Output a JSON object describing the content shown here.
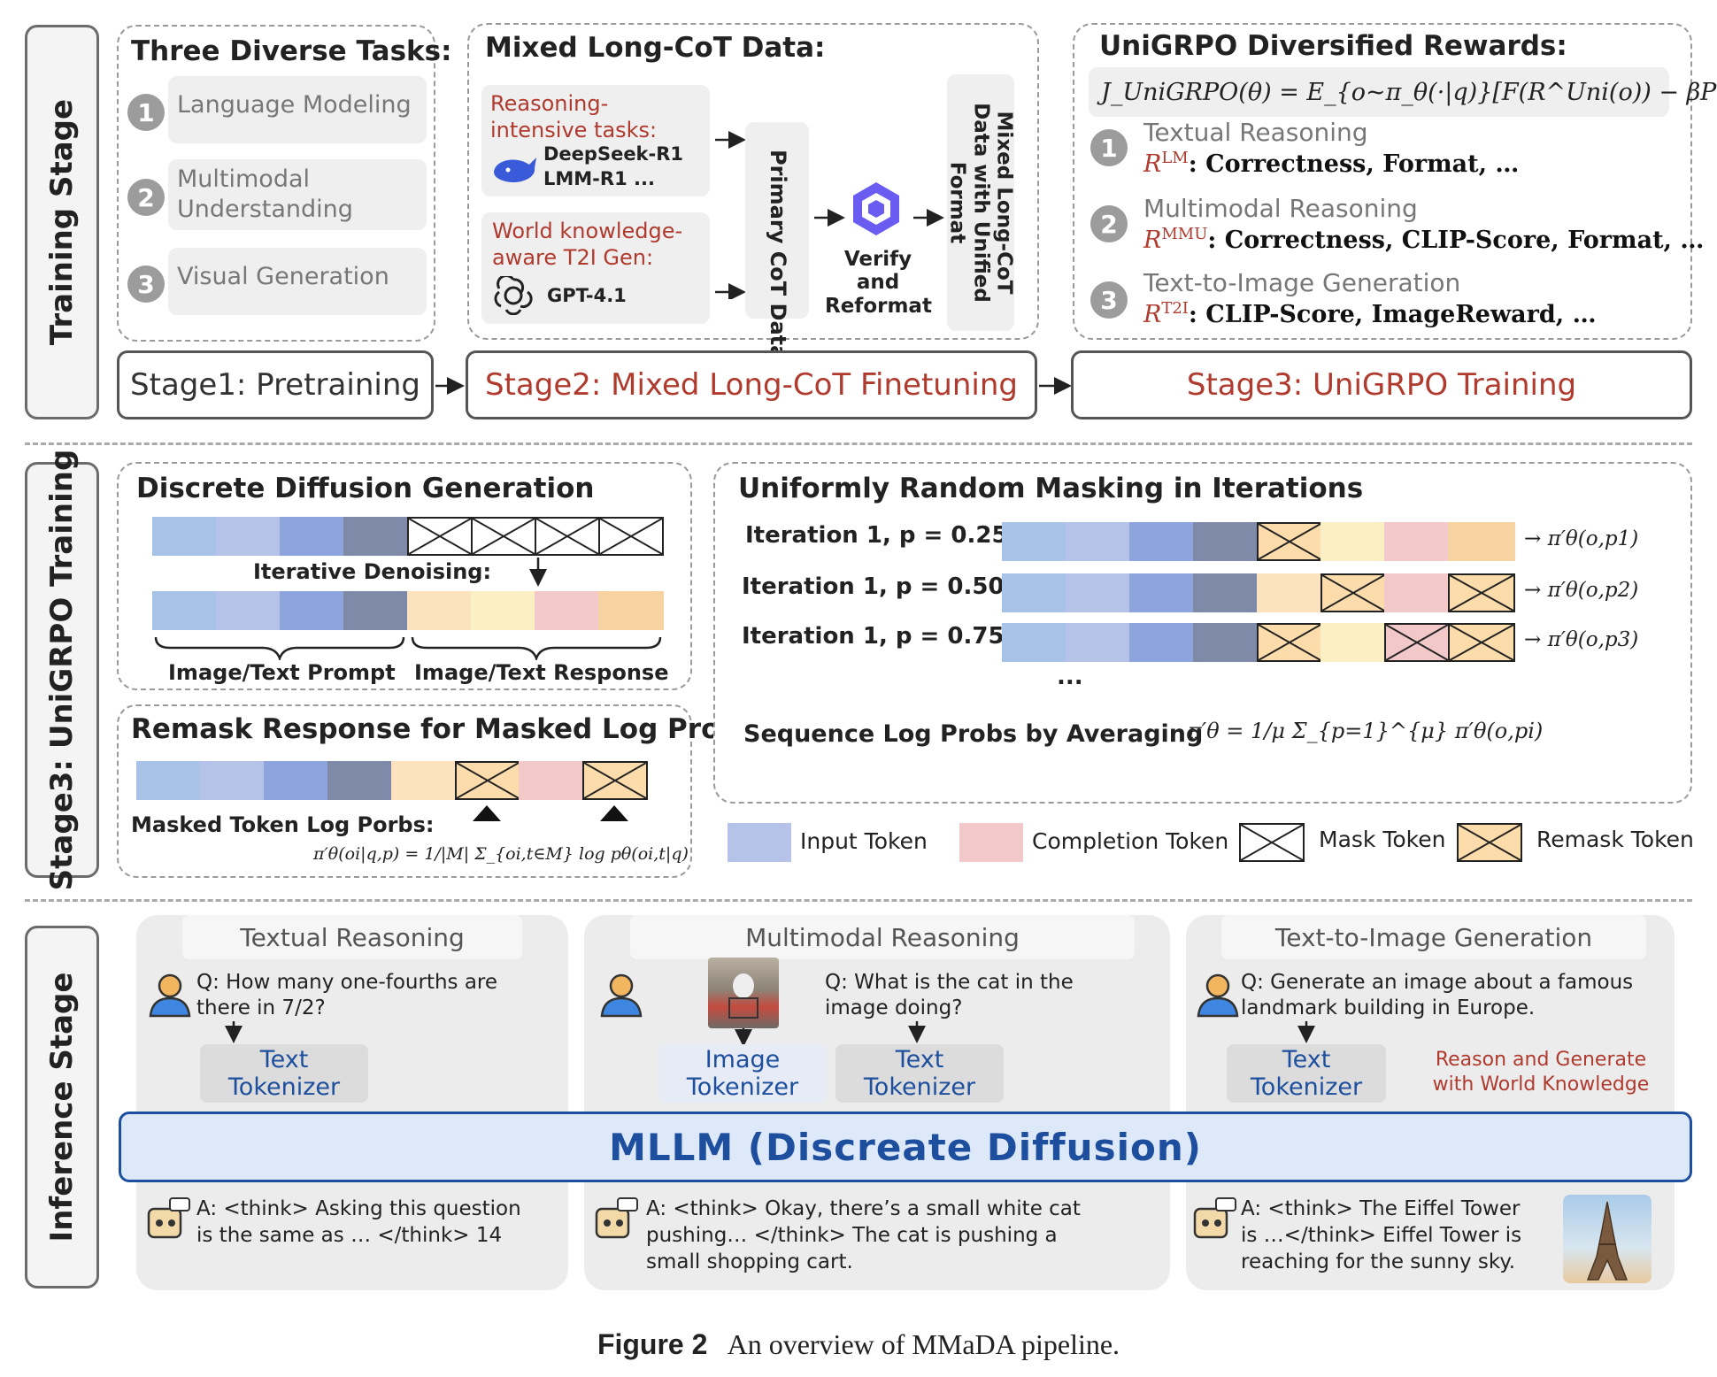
{
  "side_labels": {
    "training": "Training Stage",
    "unigrpo": "Stage3: UniGRPO Training",
    "inference": "Inference Stage"
  },
  "tasks": {
    "title": "Three Diverse Tasks:",
    "items": [
      {
        "num": "1",
        "label": "Language Modeling"
      },
      {
        "num": "2",
        "label": "Multimodal Understanding"
      },
      {
        "num": "3",
        "label": "Visual Generation"
      }
    ]
  },
  "mixed": {
    "title": "Mixed Long-CoT Data:",
    "reasoning_label": "Reasoning-intensive tasks:",
    "reasoning_models": [
      "DeepSeek-R1",
      "LMM-R1 ..."
    ],
    "world_label": "World knowledge-aware T2I Gen:",
    "world_model": "GPT-4.1",
    "primary": "Primary CoT Data",
    "verify": "Verify and Reformat",
    "unified": "Mixed Long-CoT Data with Unified Format"
  },
  "rewards": {
    "title": "UniGRPO Diversified Rewards:",
    "formula": "J_UniGRPO(θ) = E_{o~π_θ(·|q)}[F(R^Uni(o)) − βP(o)]",
    "items": [
      {
        "num": "1",
        "label": "Textual Reasoning",
        "sym": "R",
        "sup": "LM",
        "desc": ": Correctness, Format, …"
      },
      {
        "num": "2",
        "label": "Multimodal Reasoning",
        "sym": "R",
        "sup": "MMU",
        "desc": ": Correctness, CLIP-Score, Format, …"
      },
      {
        "num": "3",
        "label": "Text-to-Image Generation",
        "sym": "R",
        "sup": "T2I",
        "desc": ": CLIP-Score, ImageReward, …"
      }
    ]
  },
  "stages": {
    "s1": "Stage1: Pretraining",
    "s2": "Stage2: Mixed Long-CoT Finetuning",
    "s3": "Stage3: UniGRPO Training"
  },
  "diffusion": {
    "title": "Discrete Diffusion Generation",
    "denoise": "Iterative Denoising:",
    "prompt": "Image/Text Prompt",
    "response": "Image/Text Response"
  },
  "remask": {
    "title": "Remask Response for Masked Log Probs",
    "caption": "Masked Token Log Porbs:",
    "formula": "π′θ(oi|q,p) = 1/|M| Σ_{oi,t∈M} log pθ(oi,t|q)"
  },
  "uniform": {
    "title": "Uniformly Random Masking in Iterations",
    "iterations": [
      {
        "label": "Iteration 1, p = 0.25",
        "out": "π′θ(o,p1)"
      },
      {
        "label": "Iteration 1, p = 0.50",
        "out": "π′θ(o,p2)"
      },
      {
        "label": "Iteration 1, p = 0.75",
        "out": "π′θ(o,p3)"
      }
    ],
    "ellipsis": "...",
    "seq_label": "Sequence Log Probs by Averaging",
    "seq_formula": "π′θ = 1/μ Σ_{p=1}^{μ} π′θ(o,pi)"
  },
  "legend": [
    {
      "label": "Input Token"
    },
    {
      "label": "Completion Token"
    },
    {
      "label": "Mask Token"
    },
    {
      "label": "Remask Token"
    }
  ],
  "colors": {
    "input": [
      "#a9c2e8",
      "#b6c3e8",
      "#8ea4dc",
      "#7f8aa8"
    ],
    "completion": [
      "#fbe3c0",
      "#fbefc4",
      "#f2c8c8",
      "#f6d3a0"
    ],
    "remask": "#fbdcaa",
    "mllm_bg": "#dde8f8",
    "mllm_text": "#1d4f9e",
    "stage_red": "#b03a2e"
  },
  "inference": {
    "panels": [
      {
        "title": "Textual Reasoning",
        "question": "Q: How many one-fourths are there in 7/2?",
        "tokenizers": [
          "Text Tokenizer"
        ],
        "answer": "A: <think> Asking this question is the same as … </think> 14"
      },
      {
        "title": "Multimodal Reasoning",
        "question": "Q: What is the cat in the image doing?",
        "tokenizers": [
          "Image Tokenizer",
          "Text Tokenizer"
        ],
        "answer": "A: <think> Okay, there’s a small white cat pushing… </think> The cat is pushing a small shopping cart."
      },
      {
        "title": "Text-to-Image Generation",
        "question": "Q: Generate an image about a famous landmark building in Europe.",
        "tokenizers": [
          "Text Tokenizer"
        ],
        "note": "Reason and Generate with World Knowledge",
        "answer": "A: <think> The Eiffel Tower is …</think> Eiffel Tower is reaching for the sunny sky."
      }
    ],
    "mllm": "MLLM (Discreate Diffusion)"
  },
  "caption": {
    "fig": "Figure 2",
    "text": "An overview of MMaDA pipeline."
  }
}
